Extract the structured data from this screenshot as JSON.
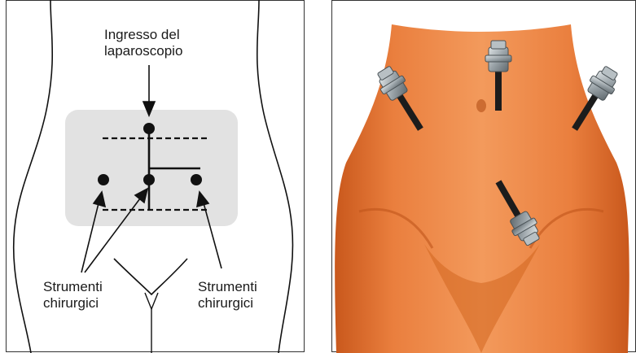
{
  "diagram": {
    "title": "Ingresso del\nlaparoscopio",
    "title_lines": [
      "Ingresso del",
      "laparoscopio"
    ],
    "left_label_lines": [
      "Strumenti",
      "chirurgici"
    ],
    "right_label_lines": [
      "Strumenti",
      "chirurgici"
    ],
    "colors": {
      "zone_fill": "#e2e2e2",
      "ink": "#111111",
      "skin_light": "#f08a48",
      "skin_dark": "#c9581c",
      "metal": "#9aa3a8"
    }
  },
  "photo": {
    "description_icon": "trocar-icon"
  }
}
